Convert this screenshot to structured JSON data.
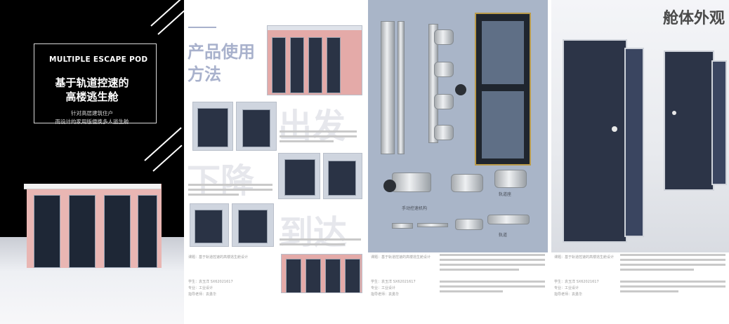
{
  "panel1": {
    "title_en": "MULTIPLE ESCAPE POD",
    "title_cn_line1": "基于轨道控速的",
    "title_cn_line2": "高楼逃生舱",
    "subtitle_line1": "针对高层建筑住户",
    "subtitle_line2": "而设计的家用版便携多人逃生舱"
  },
  "panel2": {
    "heading_line1": "产品使用",
    "heading_line2": "方法",
    "ghost_chu": "出发",
    "ghost_xia": "下降",
    "ghost_dao": "到达",
    "caption": "课题：基于轨道控速的高楼逃生舱设计",
    "info_student": "学生：袁玉洋 SX62021617",
    "info_major": "专业：工业设计",
    "info_teacher": "指导老师：袁勇华"
  },
  "panel3": {
    "label_manual": "手动控速机构",
    "label_track_a": "轨道座",
    "label_track_b": "轨道",
    "caption": "课题：基于轨道控速的高楼逃生舱设计",
    "info_student": "学生：袁玉洋 SX62021617",
    "info_major": "专业：工业设计",
    "info_teacher": "指导老师：袁勇华"
  },
  "panel4": {
    "heading": "舱体外观",
    "caption": "课题：基于轨道控速的高楼逃生舱设计",
    "info_student": "学生：袁玉洋 SX62021617",
    "info_major": "专业：工业设计",
    "info_teacher": "指导老师：袁勇华"
  },
  "colors": {
    "panel1_bg": "#000000",
    "building_pink": "#e9b6b3",
    "heading_blue": "#a8b1cc",
    "panel3_bg": "#a9b5c8"
  }
}
